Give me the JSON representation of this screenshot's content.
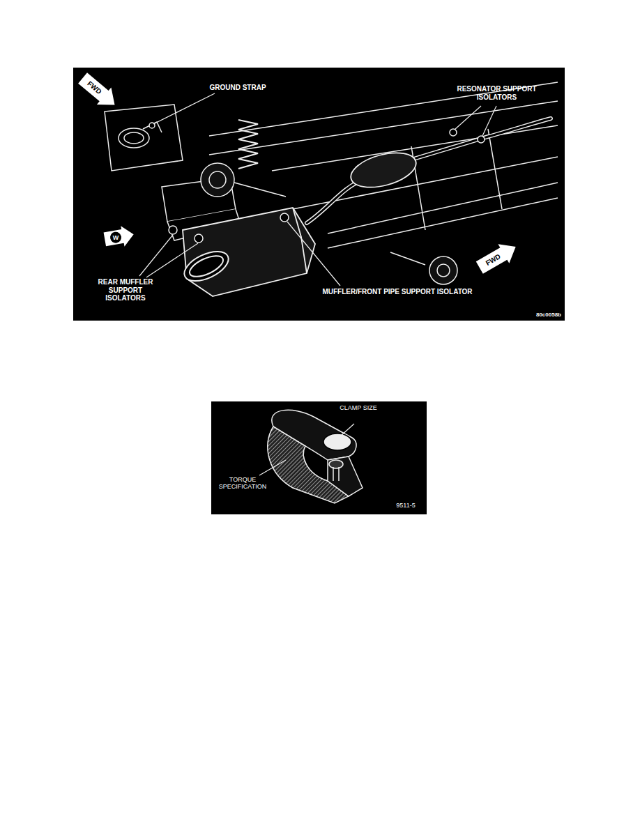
{
  "diagram": {
    "labels": [
      "FWD",
      "GROUND STRAP",
      "RESONATOR SUPPORT ISOLATORS",
      "W",
      "REAR MUFFLER SUPPORT ISOLATORS",
      "MUFFLER/FRONT PIPE SUPPORT ISOLATOR",
      "FWD",
      "80c0058b",
      "CLAMP SIZE",
      "TORQUE SPECIFICATION",
      "9511-5"
    ]
  }
}
